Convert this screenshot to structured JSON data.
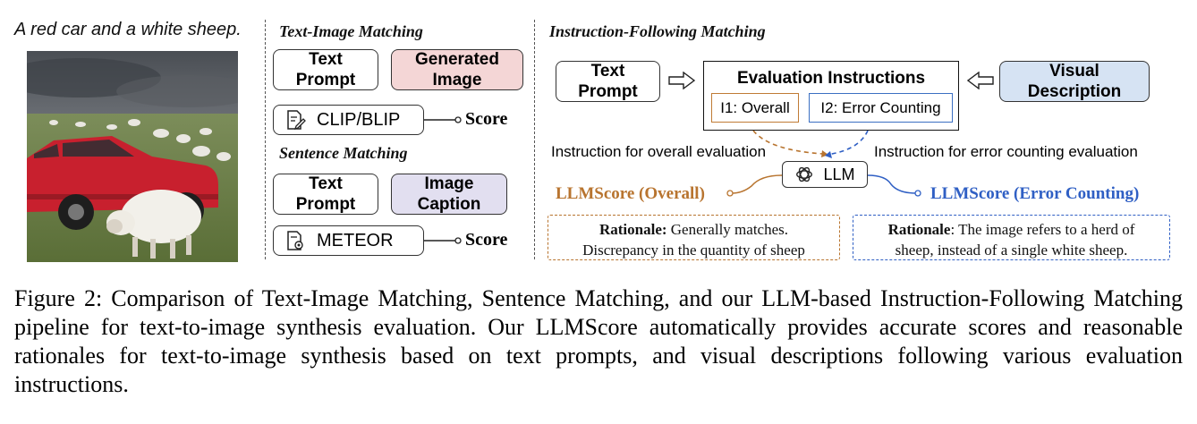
{
  "left": {
    "prompt_text": "A red car and a white sheep."
  },
  "text_image_matching": {
    "title": "Text-Image Matching",
    "text_prompt": "Text\nPrompt",
    "generated_image": "Generated\nImage",
    "metric": "CLIP/BLIP",
    "score": "Score"
  },
  "sentence_matching": {
    "title": "Sentence Matching",
    "text_prompt": "Text\nPrompt",
    "image_caption": "Image\nCaption",
    "metric": "METEOR",
    "score": "Score"
  },
  "instruction_following": {
    "title": "Instruction-Following Matching",
    "text_prompt": "Text\nPrompt",
    "visual_description": "Visual\nDescription",
    "eval_title": "Evaluation Instructions",
    "i1": "I1: Overall",
    "i2": "I2: Error Counting",
    "left_note": "Instruction for overall evaluation",
    "right_note": "Instruction for error counting evaluation",
    "llm": "LLM",
    "score_overall": "LLMScore (Overall)",
    "score_error": "LLMScore (Error Counting)",
    "rationale_overall_label": "Rationale:",
    "rationale_overall_line1": " Generally matches.",
    "rationale_overall_line2": "Discrepancy in the quantity of sheep",
    "rationale_error_label": "Rationale",
    "rationale_error_line1": ": The image refers to a herd of",
    "rationale_error_line2": "sheep, instead of a single white sheep."
  },
  "caption": "Figure 2: Comparison of Text-Image Matching, Sentence Matching, and our LLM-based Instruction-Following Matching pipeline for text-to-image synthesis evaluation. Our LLMScore automatically provides accurate scores and reasonable rationales for text-to-image synthesis based on text prompts, and visual descriptions following various evaluation instructions.",
  "colors": {
    "overall": "#b8742f",
    "error": "#2f5fc4",
    "generated_fill": "#f4d6d6",
    "caption_fill": "#e2dff0",
    "visual_fill": "#d6e3f3",
    "i2_border": "#3b6fc2",
    "i1_border": "#c07b35"
  },
  "icons": {
    "clip": "document-pen-icon",
    "meteor": "document-gear-icon",
    "llm": "openai-knot-icon",
    "arrow": "hollow-arrow-icon"
  }
}
